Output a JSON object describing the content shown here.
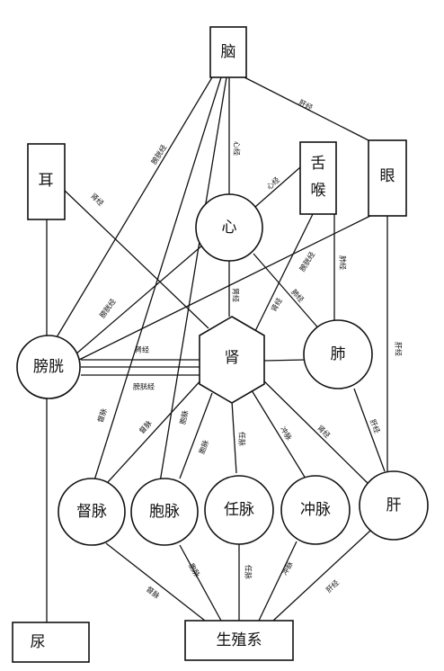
{
  "nodes": {
    "brain": "脑",
    "ear": "耳",
    "tongue": "舌",
    "throat": "喉",
    "eye": "眼",
    "heart": "心",
    "bladder": "膀胱",
    "kidney": "肾",
    "lung": "肺",
    "du_mai": "督脉",
    "bao_mai": "胞脉",
    "ren_mai": "任脉",
    "chong_mai": "冲脉",
    "liver": "肝",
    "urine": "尿",
    "reproductive": "生殖系"
  },
  "edge_labels": {
    "liver_meridian": "肝经",
    "bladder_meridian": "膀胱经",
    "heart_meridian": "心经",
    "kidney_meridian": "肾经",
    "lung_meridian": "肺经",
    "du_mai": "督脉",
    "bao_mai": "胞脉",
    "ren_mai": "任脉",
    "chong_mai": "冲脉"
  }
}
